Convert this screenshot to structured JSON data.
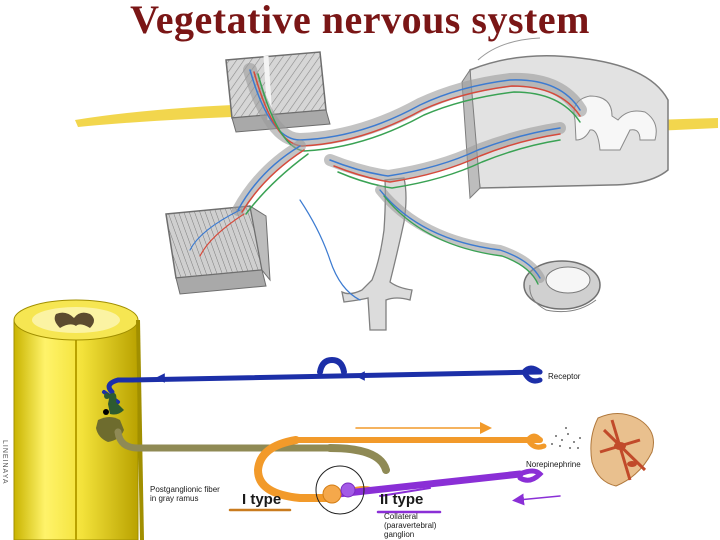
{
  "title": "Vegetative nervous system",
  "labels": {
    "receptor": "Receptor",
    "norepinephrine": "Norepinephrine",
    "postganglionic": "Postganglionic fiber\nin gray ramus",
    "type_one": "I type",
    "type_two": "II type",
    "collateral": "Collateral\n(paravertebral)\nganglion",
    "cord_side": "LINEINAYA"
  },
  "colors": {
    "title": "#7a1616",
    "sensory_fiber": "#1c2fa8",
    "preganglionic_fiber": "#f29a2a",
    "postganglionic_fiber": "#8a2fd6",
    "gray_ramus": "#8f8a55",
    "spinal_cord": "#f3e23a"
  }
}
